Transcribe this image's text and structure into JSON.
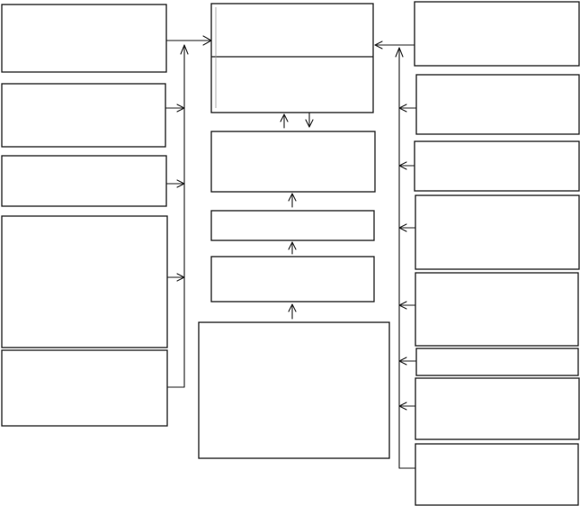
{
  "diagram": {
    "type": "flowchart",
    "line_color": "#1a1a1a",
    "background": "#ffffff",
    "left_column": [
      {
        "id": "left-box-1",
        "label": ""
      },
      {
        "id": "left-box-2",
        "label": ""
      },
      {
        "id": "left-box-3",
        "label": ""
      },
      {
        "id": "left-box-4",
        "label": ""
      },
      {
        "id": "left-box-5",
        "label": ""
      }
    ],
    "center_column": [
      {
        "id": "center-box-top",
        "label": "",
        "sections": 2
      },
      {
        "id": "center-box-2",
        "label": ""
      },
      {
        "id": "center-box-3",
        "label": ""
      },
      {
        "id": "center-box-4",
        "label": ""
      },
      {
        "id": "center-box-bottom",
        "label": ""
      }
    ],
    "right_column": [
      {
        "id": "right-box-1",
        "label": ""
      },
      {
        "id": "right-box-2",
        "label": ""
      },
      {
        "id": "right-box-3",
        "label": ""
      },
      {
        "id": "right-box-4",
        "label": ""
      },
      {
        "id": "right-box-5",
        "label": ""
      },
      {
        "id": "right-box-6",
        "label": ""
      },
      {
        "id": "right-box-7",
        "label": ""
      },
      {
        "id": "right-box-8",
        "label": ""
      }
    ],
    "connections": [
      {
        "from": "left-column",
        "to": "center-box-top",
        "kind": "merge-arrow"
      },
      {
        "from": "right-column",
        "to": "center-box-top",
        "kind": "merge-arrow"
      },
      {
        "from": "center-box-2",
        "to": "center-box-top",
        "kind": "arrow"
      },
      {
        "from": "center-box-top",
        "to": "center-box-2",
        "kind": "arrow"
      },
      {
        "from": "center-box-3",
        "to": "center-box-2",
        "kind": "arrow"
      },
      {
        "from": "center-box-4",
        "to": "center-box-3",
        "kind": "arrow"
      },
      {
        "from": "center-box-bottom",
        "to": "center-box-4",
        "kind": "arrow"
      }
    ]
  }
}
